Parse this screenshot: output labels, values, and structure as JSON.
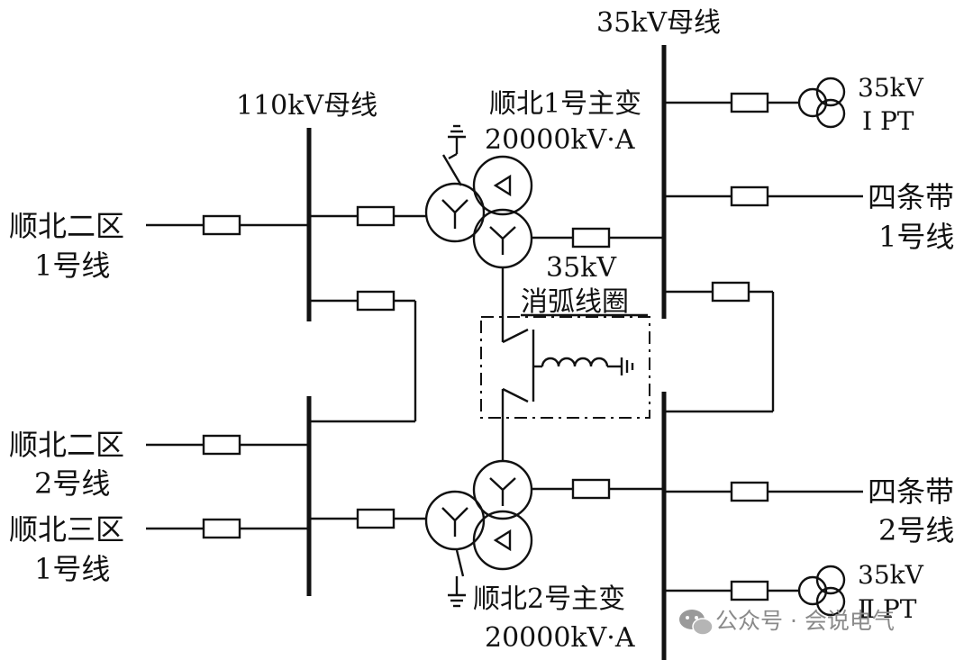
{
  "buses": {
    "bus_110kv": "110kV母线",
    "bus_35kv": "35kV母线"
  },
  "transformers": {
    "t1_name": "顺北1号主变",
    "t1_rating": "20000kV·A",
    "t2_name": "顺北2号主变",
    "t2_rating": "20000kV·A"
  },
  "arc_coil": {
    "voltage": "35kV",
    "name": "消弧线圈"
  },
  "lines_110kv": [
    {
      "line1": "顺北二区",
      "line2": "1号线"
    },
    {
      "line1": "顺北二区",
      "line2": "2号线"
    },
    {
      "line1": "顺北三区",
      "line2": "1号线"
    }
  ],
  "lines_35kv": [
    {
      "line1": "四条带",
      "line2": "1号线"
    },
    {
      "line1": "四条带",
      "line2": "2号线"
    }
  ],
  "pt": [
    {
      "line1": "35kV",
      "line2": "Ⅰ PT"
    },
    {
      "line1": "35kV",
      "line2": "Ⅱ PT"
    }
  ],
  "watermark": "公众号 · 会说电气"
}
